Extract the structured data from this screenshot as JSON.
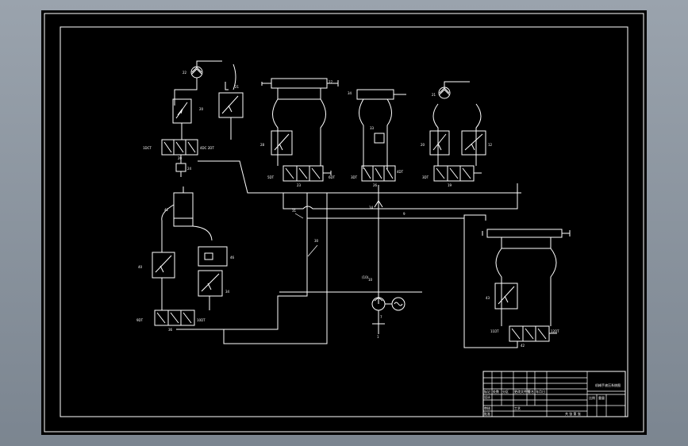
{
  "drawing": {
    "labels": {
      "top_left_dia": "22",
      "top_left_21": "21",
      "top_left_20": "20",
      "top_left_valve_left": "1DCT",
      "top_left_valve_mid": "20",
      "top_left_valve_right": "4DC 2DT",
      "top_left_24": "24",
      "cyl1_num": "27",
      "cyl1_left": "28",
      "cyl1_valve_left": "5DT",
      "cyl1_valve_num": "23",
      "cyl1_valve_right": "6DT",
      "cyl2_num": "34",
      "cyl2_check": "33",
      "cyl2_valve_left": "3DT",
      "cyl2_valve_right": "4DT",
      "cyl2_valve_num": "26",
      "right_dia": "21",
      "right_a": "20",
      "right_b": "12",
      "right_valve_left": "3DT",
      "right_valve_num": "19",
      "mid_line_a": "14",
      "mid_line_b": "9",
      "left_mid_cyl": "41",
      "left_mid_a": "40",
      "left_mid_b": "46",
      "left_mid_c": "34",
      "left_valve_left": "9DT",
      "left_valve_num": "36",
      "left_valve_right": "10DT",
      "pump_pressure": "(10)",
      "pump_num": "7",
      "motor_num": "1",
      "br_cyl_num": "43",
      "br_valve_left": "11DT",
      "br_valve_num": "42",
      "br_valve_right": "12DT",
      "line_31": "31",
      "line_30": "30",
      "line_10": "10"
    },
    "title_block": {
      "title": "机械手液压系统图",
      "row_a": [
        "标记",
        "处数",
        "分区",
        "更改文件号",
        "签名",
        "年月日"
      ],
      "designer": "设计",
      "reviewer": "审核",
      "process": "工艺",
      "approve": "批准",
      "scale_hdr": "比例",
      "weight_hdr": "重量",
      "sheet": "共 张 第 张"
    }
  }
}
